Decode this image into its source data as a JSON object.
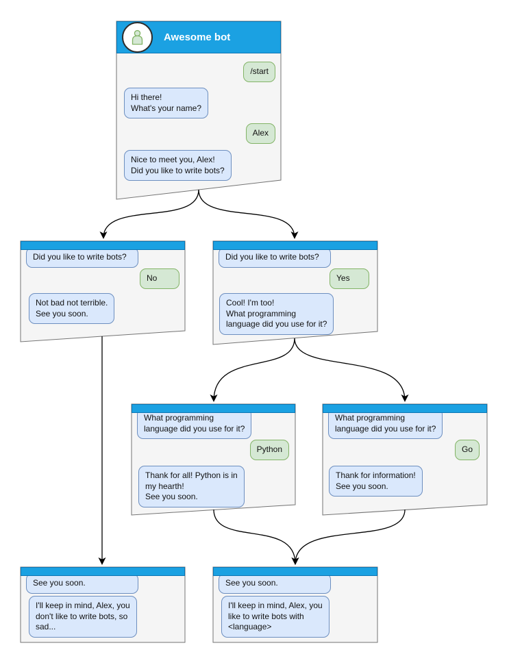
{
  "diagram": {
    "type": "chatbot-dialog-flowchart",
    "colors": {
      "header_blue": "#1ba1e2",
      "header_border": "#0d76b4",
      "window_fill": "#f5f5f5",
      "window_border": "#737373",
      "bot_bubble_fill": "#dae8fc",
      "bot_bubble_border": "#6c8ebf",
      "user_bubble_fill": "#d5e8d4",
      "user_bubble_border": "#82b366",
      "connector": "#000000"
    },
    "edges": [
      {
        "from": "root",
        "to": "branch_no"
      },
      {
        "from": "root",
        "to": "branch_yes"
      },
      {
        "from": "branch_no",
        "to": "end_no"
      },
      {
        "from": "branch_yes",
        "to": "lang_python"
      },
      {
        "from": "branch_yes",
        "to": "lang_go"
      },
      {
        "from": "lang_python",
        "to": "end_yes"
      },
      {
        "from": "lang_go",
        "to": "end_yes"
      }
    ]
  },
  "windows": {
    "root": {
      "title": "Awesome bot",
      "avatar_icon": "person-icon",
      "messages": [
        {
          "from": "user",
          "text": "/start"
        },
        {
          "from": "bot",
          "text": "Hi there!\nWhat's your name?"
        },
        {
          "from": "user",
          "text": "Alex"
        },
        {
          "from": "bot",
          "text": "Nice to meet you, Alex!\nDid you like to write bots?"
        }
      ]
    },
    "branch_no": {
      "messages": [
        {
          "from": "bot",
          "text": "Did you like to write bots?"
        },
        {
          "from": "user",
          "text": "No"
        },
        {
          "from": "bot",
          "text": "Not bad not terrible.\nSee you soon."
        }
      ]
    },
    "branch_yes": {
      "messages": [
        {
          "from": "bot",
          "text": "Did you like to write bots?"
        },
        {
          "from": "user",
          "text": "Yes"
        },
        {
          "from": "bot",
          "text": "Cool! I'm too!\nWhat programming\nlanguage did you use for it?"
        }
      ]
    },
    "lang_python": {
      "messages": [
        {
          "from": "bot",
          "text": "What programming\nlanguage did you use for it?"
        },
        {
          "from": "user",
          "text": "Python"
        },
        {
          "from": "bot",
          "text": "Thank for all! Python is in\nmy hearth!\nSee you soon."
        }
      ]
    },
    "lang_go": {
      "messages": [
        {
          "from": "bot",
          "text": "What programming\nlanguage did you use for it?"
        },
        {
          "from": "user",
          "text": "Go"
        },
        {
          "from": "bot",
          "text": "Thank for information!\nSee you soon."
        }
      ]
    },
    "end_no": {
      "messages": [
        {
          "from": "bot",
          "text": "See you soon."
        },
        {
          "from": "bot",
          "text": "I'll keep in mind, Alex, you\ndon't like to write bots, so\nsad..."
        }
      ]
    },
    "end_yes": {
      "messages": [
        {
          "from": "bot",
          "text": "See you soon."
        },
        {
          "from": "bot",
          "text": "I'll keep in mind, Alex, you\nlike to write bots with\n<language>"
        }
      ]
    }
  }
}
